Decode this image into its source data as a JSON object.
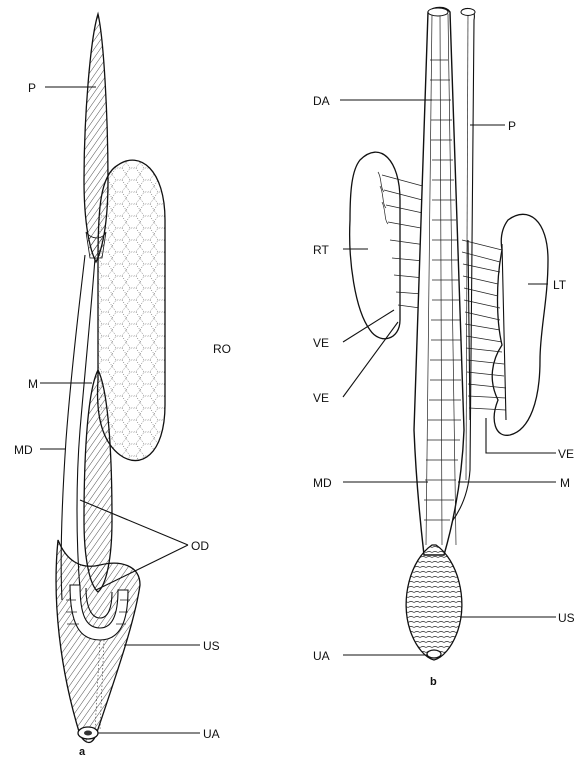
{
  "labels": {
    "left": {
      "P": "P",
      "RO": "RO",
      "M": "M",
      "MD": "MD",
      "OD": "OD",
      "US": "US",
      "UA": "UA",
      "caption": "a"
    },
    "right": {
      "DA": "DA",
      "P": "P",
      "RT": "RT",
      "LT": "LT",
      "VE_upper": "VE",
      "VE_lower": "VE",
      "VE_right": "VE",
      "MD": "MD",
      "M": "M",
      "US": "US",
      "UA": "UA",
      "caption": "b"
    }
  }
}
